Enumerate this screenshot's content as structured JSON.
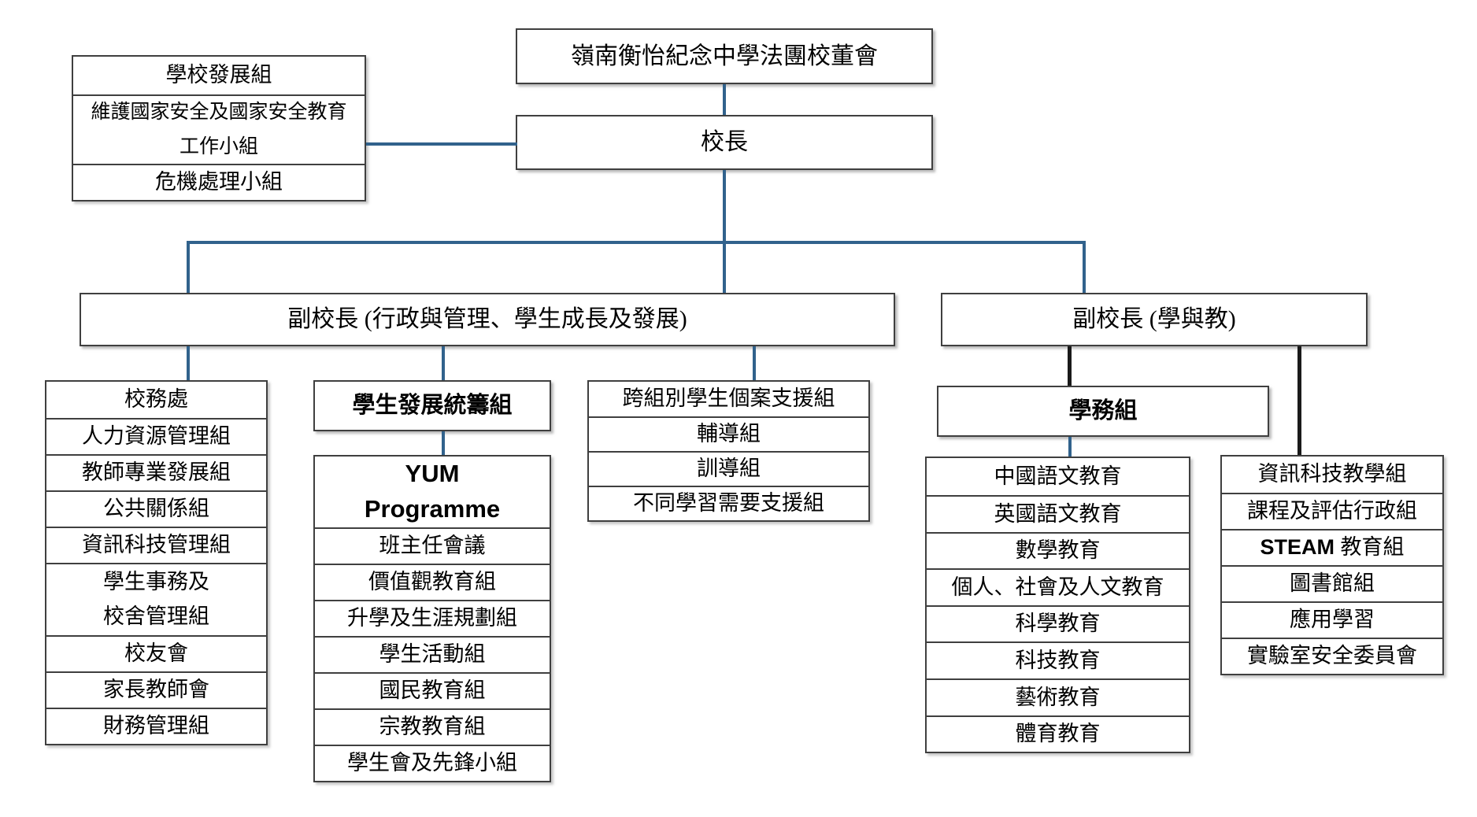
{
  "colors": {
    "connector_blue": "#31628C",
    "connector_black": "#1a1a1a",
    "box_border": "#3f3f3f"
  },
  "boxes": {
    "board": {
      "label": "嶺南衡怡紀念中學法團校董會"
    },
    "principal": {
      "label": "校長"
    },
    "vp_admin": {
      "label": "副校長 (行政與管理、學生成長及發展)"
    },
    "vp_learning": {
      "label": "副校長 (學與教)"
    },
    "student_dev_header": {
      "label": "學生發展統籌組"
    },
    "academic_header": {
      "label": "學務組"
    }
  },
  "tables": {
    "development": {
      "rows": [
        {
          "t": "學校發展組",
          "h": 48
        },
        {
          "t": "維護國家安全及國家安全教育\n工作小組",
          "h": 88,
          "cls": "small"
        },
        {
          "t": "危機處理小組",
          "h": 46
        }
      ]
    },
    "school_office": {
      "rows": [
        {
          "t": "校務處",
          "h": 46
        },
        {
          "t": "人力資源管理組",
          "h": 46
        },
        {
          "t": "教師專業發展組",
          "h": 46
        },
        {
          "t": "公共關係組",
          "h": 46
        },
        {
          "t": "資訊科技管理組",
          "h": 46
        },
        {
          "t": "學生事務及\n校舍管理組",
          "h": 92
        },
        {
          "t": "校友會",
          "h": 46
        },
        {
          "t": "家長教師會",
          "h": 46
        },
        {
          "t": "財務管理組",
          "h": 46
        }
      ]
    },
    "student_development": {
      "rows": [
        {
          "t": "YUM\nProgramme",
          "h": 90,
          "cls": "latin"
        },
        {
          "t": "班主任會議",
          "h": 46
        },
        {
          "t": "價值觀教育組",
          "h": 46
        },
        {
          "t": "升學及生涯規劃組",
          "h": 46
        },
        {
          "t": "學生活動組",
          "h": 46
        },
        {
          "t": "國民教育組",
          "h": 46
        },
        {
          "t": "宗教教育組",
          "h": 46
        },
        {
          "t": "學生會及先鋒小組",
          "h": 46
        }
      ]
    },
    "case_support": {
      "rows": [
        {
          "t": "跨組別學生個案支援組",
          "h": 44
        },
        {
          "t": "輔導組",
          "h": 44
        },
        {
          "t": "訓導組",
          "h": 44
        },
        {
          "t": "不同學習需要支援組",
          "h": 44
        }
      ]
    },
    "kla": {
      "rows": [
        {
          "t": "中國語文教育",
          "h": 47
        },
        {
          "t": "英國語文教育",
          "h": 47
        },
        {
          "t": "數學教育",
          "h": 46
        },
        {
          "t": "個人、社會及人文教育",
          "h": 47
        },
        {
          "t": "科學教育",
          "h": 46
        },
        {
          "t": "科技教育",
          "h": 47
        },
        {
          "t": "藝術教育",
          "h": 47
        },
        {
          "t": "體育教育",
          "h": 46
        }
      ]
    },
    "learning_support": {
      "rows": [
        {
          "t": "資訊科技教學組",
          "h": 46
        },
        {
          "t": "課程及評估行政組",
          "h": 46
        },
        {
          "parts": [
            {
              "t": "STEAM ",
              "cls": "latin-inline"
            },
            {
              "t": "教育組"
            }
          ],
          "h": 46
        },
        {
          "t": "圖書館組",
          "h": 46
        },
        {
          "t": "應用學習",
          "h": 46
        },
        {
          "t": "實驗室安全委員會",
          "h": 46
        }
      ]
    }
  }
}
